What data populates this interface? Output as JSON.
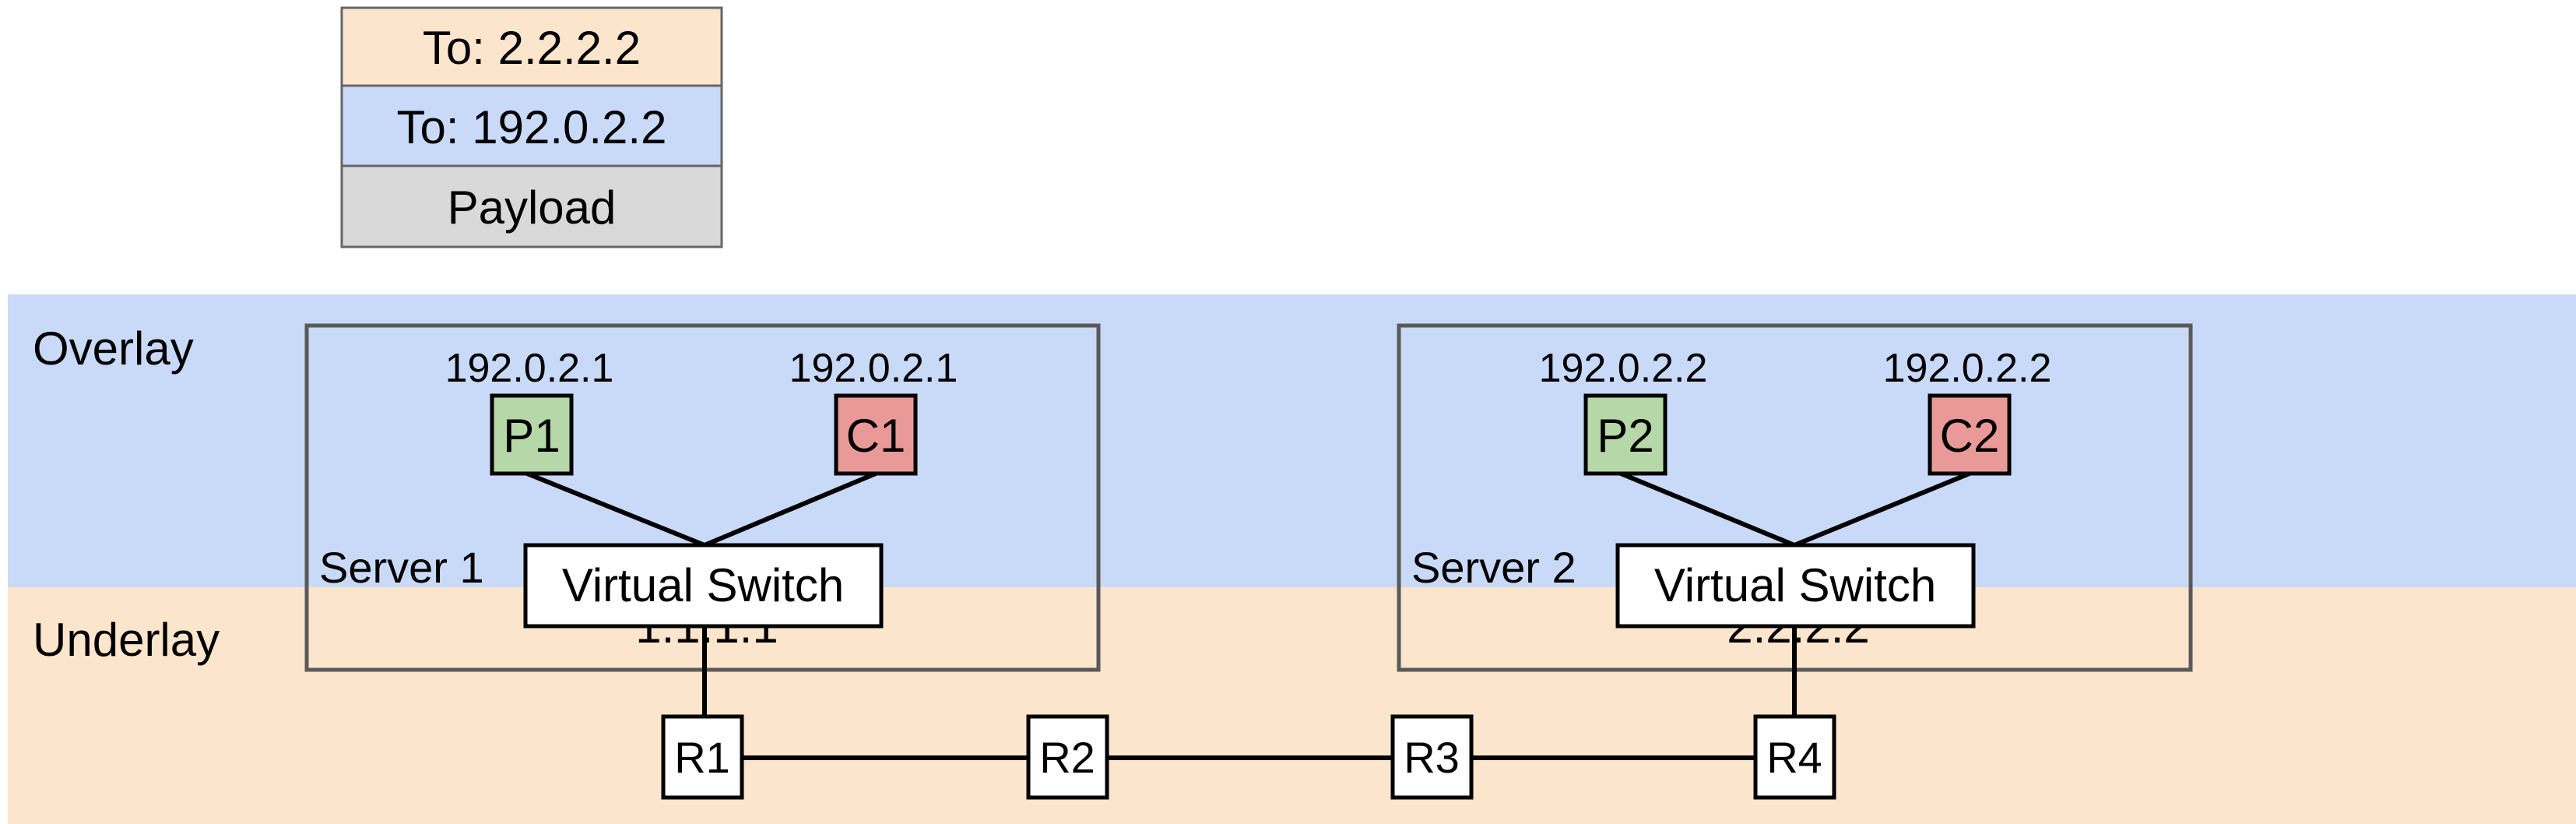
{
  "header_stack": [
    {
      "text": "To: 2.2.2.2",
      "color": "#fce5cd"
    },
    {
      "text": "To: 192.0.2.2",
      "color": "#c9daf8"
    },
    {
      "text": "Payload",
      "color": "#d9d9d9"
    }
  ],
  "layers": {
    "overlay": {
      "label": "Overlay",
      "color": "#c9daf8"
    },
    "underlay": {
      "label": "Underlay",
      "color": "#fce5cd"
    }
  },
  "servers": [
    {
      "label": "Server 1",
      "switch_label": "Virtual Switch",
      "switch_ip": "1.1.1.1",
      "vms": [
        {
          "name": "P1",
          "ip": "192.0.2.1",
          "color": "#b6d7a8"
        },
        {
          "name": "C1",
          "ip": "192.0.2.1",
          "color": "#ea9999"
        }
      ]
    },
    {
      "label": "Server 2",
      "switch_label": "Virtual Switch",
      "switch_ip": "2.2.2.2",
      "vms": [
        {
          "name": "P2",
          "ip": "192.0.2.2",
          "color": "#b6d7a8"
        },
        {
          "name": "C2",
          "ip": "192.0.2.2",
          "color": "#ea9999"
        }
      ]
    }
  ],
  "routers": [
    "R1",
    "R2",
    "R3",
    "R4"
  ]
}
